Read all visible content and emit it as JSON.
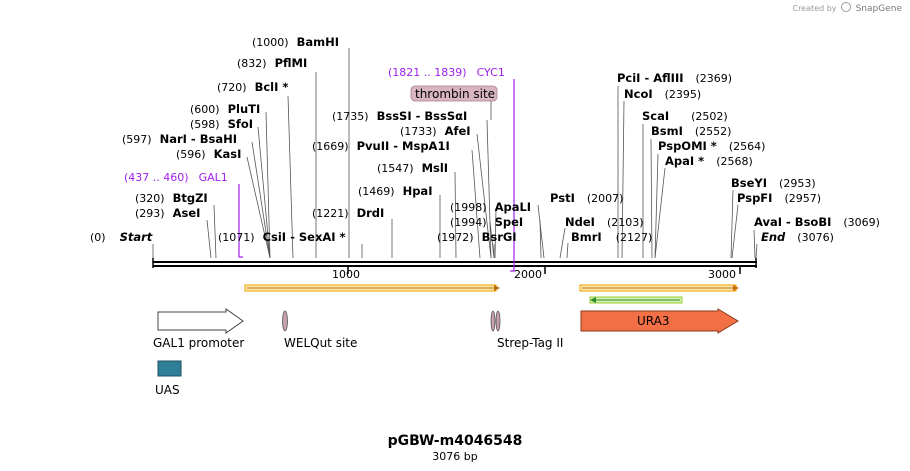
{
  "credit": {
    "prefix": "Created by",
    "brand": "SnapGene"
  },
  "plasmid": {
    "name": "pGBW-m4046548",
    "length_label": "3076 bp",
    "length": 3076
  },
  "axis_ticks": [
    {
      "bp": 1000,
      "label": "1000"
    },
    {
      "bp": 2000,
      "label": "2000"
    },
    {
      "bp": 3000,
      "label": "3000"
    }
  ],
  "sites": [
    {
      "id": "start",
      "pos": "(0)",
      "name": "Start",
      "bp": 0,
      "italic": true
    },
    {
      "id": "asei",
      "pos": "(293)",
      "name": "AseI",
      "bp": 293
    },
    {
      "id": "btgzi",
      "pos": "(320)",
      "name": "BtgZI",
      "bp": 320
    },
    {
      "id": "kasi",
      "pos": "(596)",
      "name": "KasI",
      "bp": 596
    },
    {
      "id": "nari",
      "pos": "(597)",
      "name": "NarI  -  BsaHI",
      "bp": 597
    },
    {
      "id": "sfoi",
      "pos": "(598)",
      "name": "SfoI",
      "bp": 598
    },
    {
      "id": "plu",
      "pos": "(600)",
      "name": "PluTI",
      "bp": 600
    },
    {
      "id": "bcli",
      "pos": "(720)",
      "name": "BclI *",
      "bp": 720
    },
    {
      "id": "pflmi",
      "pos": "(832)",
      "name": "PflMI",
      "bp": 832
    },
    {
      "id": "bamhi",
      "pos": "(1000)",
      "name": "BamHI",
      "bp": 1000
    },
    {
      "id": "csii",
      "pos": "(1071)",
      "name": "CsiI  -  SexAI *",
      "bp": 1071
    },
    {
      "id": "drdi",
      "pos": "(1221)",
      "name": "DrdI",
      "bp": 1221
    },
    {
      "id": "hpai",
      "pos": "(1469)",
      "name": "HpaI",
      "bp": 1469
    },
    {
      "id": "msli",
      "pos": "(1547)",
      "name": "MslI",
      "bp": 1547
    },
    {
      "id": "pvuii",
      "pos": "(1669)",
      "name": "PvuII  -  MspA1I",
      "bp": 1669
    },
    {
      "id": "afei",
      "pos": "(1733)",
      "name": "AfeI",
      "bp": 1733
    },
    {
      "id": "bsssi",
      "pos": "(1735)",
      "name": "BssSI  -  BssSαI",
      "bp": 1735
    },
    {
      "id": "bsrgi",
      "pos": "(1972)",
      "name": "BsrGI",
      "bp": 1972
    },
    {
      "id": "spei",
      "pos": "(1994)",
      "name": "SpeI",
      "bp": 1994
    },
    {
      "id": "apali",
      "pos": "(1998)",
      "name": "ApaLI",
      "bp": 1998
    },
    {
      "id": "psti",
      "pos": "(2007)",
      "name": "PstI",
      "bp": 2007
    },
    {
      "id": "ndei",
      "pos": "(2103)",
      "name": "NdeI",
      "bp": 2103
    },
    {
      "id": "bmri",
      "pos": "(2127)",
      "name": "BmrI",
      "bp": 2127
    },
    {
      "id": "pcii",
      "pos": "(2369)",
      "name": "PciI  -  AflIII",
      "bp": 2369
    },
    {
      "id": "ncoi",
      "pos": "(2395)",
      "name": "NcoI",
      "bp": 2395
    },
    {
      "id": "scai",
      "pos": "(2502)",
      "name": "ScaI",
      "bp": 2502
    },
    {
      "id": "bsmi",
      "pos": "(2552)",
      "name": "BsmI",
      "bp": 2552
    },
    {
      "id": "psp",
      "pos": "(2564)",
      "name": "PspOMI *",
      "bp": 2564
    },
    {
      "id": "apai",
      "pos": "(2568)",
      "name": "ApaI *",
      "bp": 2568
    },
    {
      "id": "bseyi",
      "pos": "(2953)",
      "name": "BseYI",
      "bp": 2953
    },
    {
      "id": "pspfi",
      "pos": "(2957)",
      "name": "PspFI",
      "bp": 2957
    },
    {
      "id": "avai",
      "pos": "(3069)",
      "name": "AvaI  -  BsoBI",
      "bp": 3069
    },
    {
      "id": "end",
      "pos": "(3076)",
      "name": "End",
      "bp": 3076,
      "italic": true
    }
  ],
  "feature_labels": [
    {
      "id": "gal1",
      "pos": "(437 .. 460)",
      "name": "GAL1"
    },
    {
      "id": "cyc1",
      "pos": "(1821 .. 1839)",
      "name": "CYC1"
    }
  ],
  "thrombin_label": "thrombin site",
  "features": [
    {
      "id": "gal1-promoter",
      "label": "GAL1 promoter"
    },
    {
      "id": "welqut",
      "label": "WELQut site"
    },
    {
      "id": "strep",
      "label": "Strep-Tag II"
    },
    {
      "id": "ura3",
      "label": "URA3"
    },
    {
      "id": "uas",
      "label": "UAS"
    }
  ],
  "colors": {
    "backbone": "#000000",
    "orf": "#f0a000",
    "orf_fill": "#fde8b0",
    "ura3": "#f36f45",
    "uas": "#2f7f98",
    "feature_purple": "#a020f0",
    "welqut": "#c7a0b0",
    "inner_orf": "#33aa33"
  }
}
